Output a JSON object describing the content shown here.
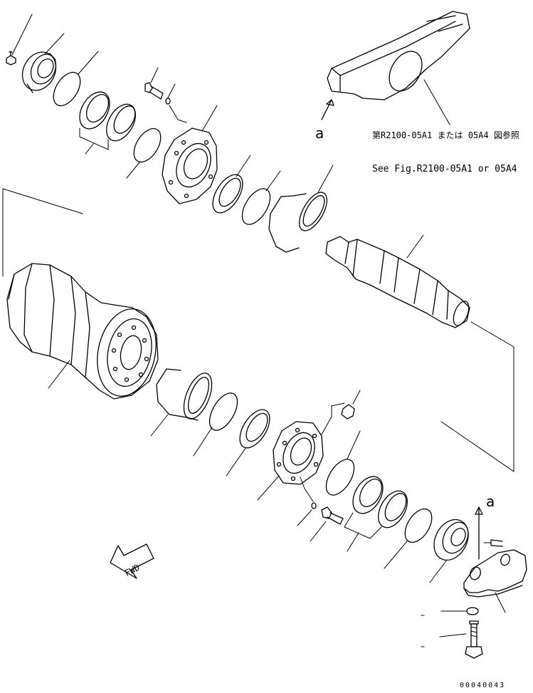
{
  "reference_note": {
    "line1": "第R2100-05A1 または 05A4 図参照",
    "line2": "See Fig.R2100-05A1 or 05A4"
  },
  "view_label_top": "a",
  "view_label_bottom": "a",
  "direction_label": "FWD",
  "drawing_number": "00040043"
}
